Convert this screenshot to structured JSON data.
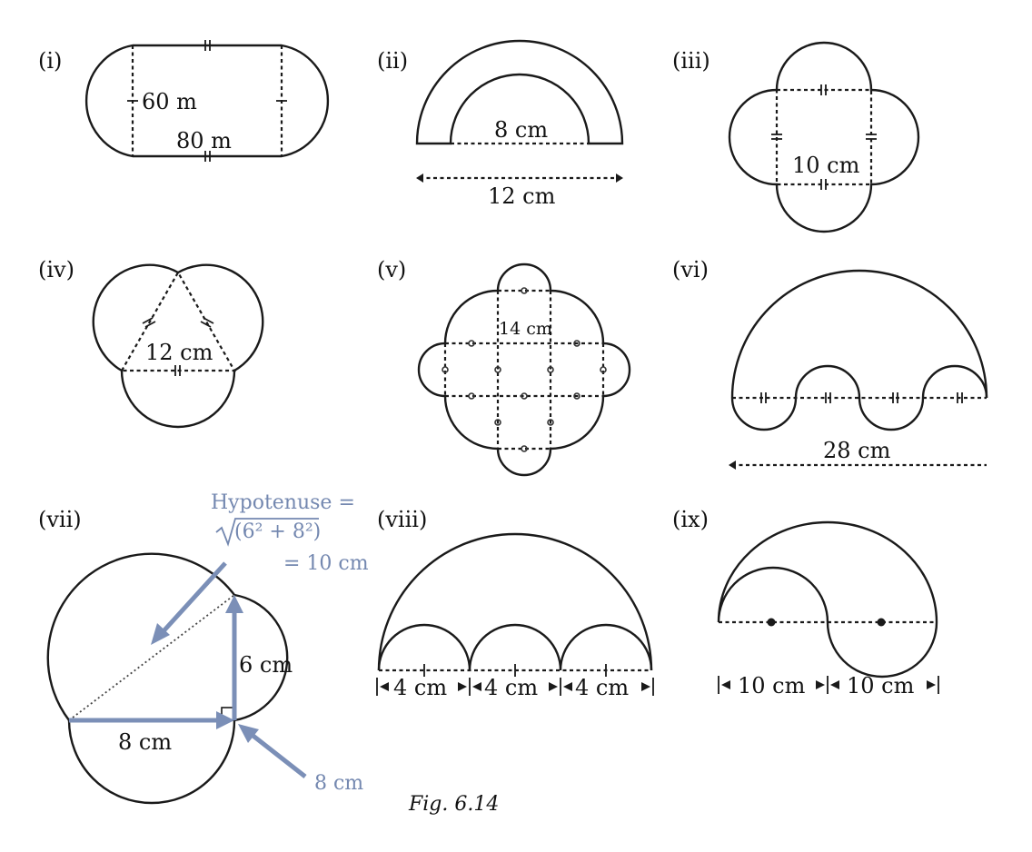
{
  "figures": {
    "i": {
      "label": "(i)",
      "dims": [
        "60 m",
        "80 m"
      ]
    },
    "ii": {
      "label": "(ii)",
      "dims": [
        "8 cm",
        "12 cm"
      ]
    },
    "iii": {
      "label": "(iii)",
      "dims": [
        "10 cm"
      ]
    },
    "iv": {
      "label": "(iv)",
      "dims": [
        "12 cm"
      ]
    },
    "v": {
      "label": "(v)",
      "dims": [
        "14 cm"
      ]
    },
    "vi": {
      "label": "(vi)",
      "dims": [
        "28 cm"
      ]
    },
    "vii": {
      "label": "(vii)",
      "dims": [
        "6 cm",
        "8 cm"
      ]
    },
    "viii": {
      "label": "(viii)",
      "dims": [
        "4 cm",
        "4 cm",
        "4 cm"
      ]
    },
    "ix": {
      "label": "(ix)",
      "dims": [
        "10 cm",
        "10 cm"
      ]
    }
  },
  "annotations": {
    "hypotenuse_line1": "Hypotenuse =",
    "hypotenuse_radicand": "(6² + 8²)",
    "hypotenuse_result": "= 10 cm",
    "leg_note": "8 cm",
    "colors": {
      "annotation": "#7b8fb7",
      "ink": "#1a1a1a"
    }
  },
  "caption": "Fig. 6.14"
}
